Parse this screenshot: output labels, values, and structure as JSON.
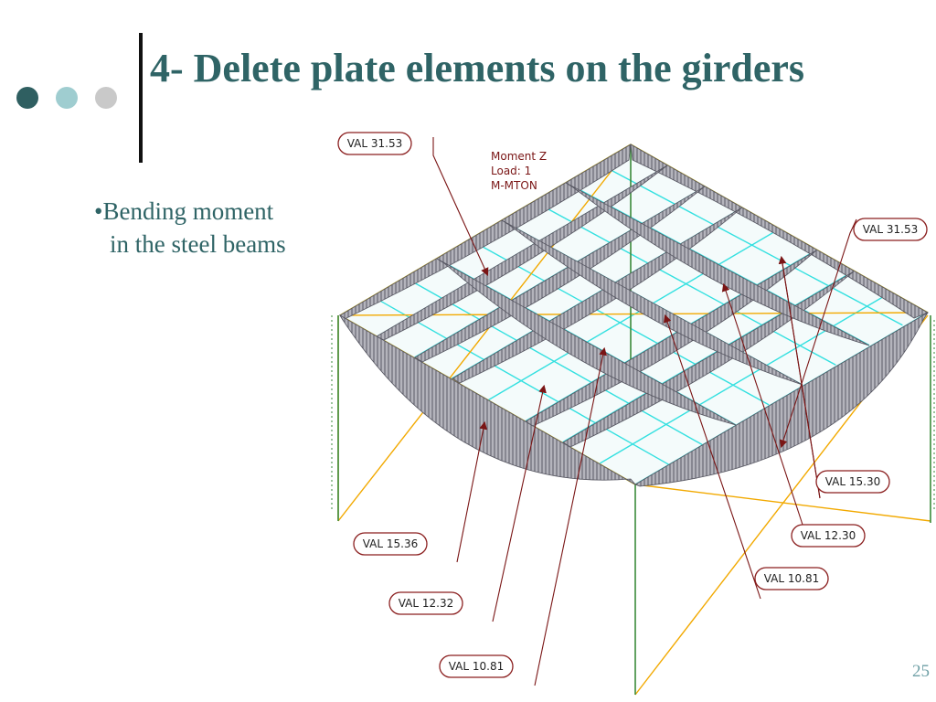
{
  "slide": {
    "title": "4- Delete plate elements on the girders",
    "bullet_line1": "•Bending moment",
    "bullet_line2": "in the steel beams",
    "page_number": "25"
  },
  "legend": {
    "line1": "Moment Z",
    "line2": "Load:   1",
    "line3": "M-MTON"
  },
  "callouts": [
    "VAL 31.53",
    "VAL 31.53",
    "VAL 15.30",
    "VAL 12.30",
    "VAL 10.81",
    "VAL 15.36",
    "VAL 12.32",
    "VAL 10.81"
  ],
  "colors": {
    "title": "#2f6466",
    "dot1": "#2f5f61",
    "dot2": "#9fcdd0",
    "dot3": "#c9c9c9",
    "mesh": "#33e0e0",
    "frame": "#f2a900",
    "moment_fill": "#9a9aa6",
    "column": "#3a8a3a",
    "callout_border": "#8b1f1f"
  }
}
